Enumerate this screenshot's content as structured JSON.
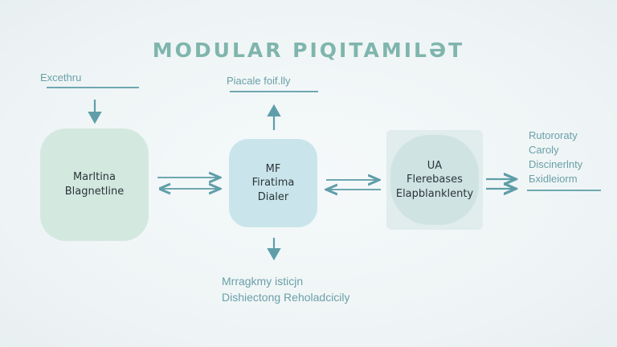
{
  "title": "MODULAR PIQITAMILƏT",
  "top_left_label": "Excethru",
  "top_center_label": "Piacale foif.lly",
  "nodes": {
    "a": {
      "line1": "Marltina",
      "line2": "Blagnetline"
    },
    "b": {
      "line1": "MF",
      "line2": "Firatima",
      "line3": "Dialer"
    },
    "c": {
      "line1": "UA",
      "line2": "Flerebases",
      "line3": "Elapblanklenty"
    }
  },
  "right_list": [
    "Rutororaty",
    "Caroly",
    "Discinerlnty",
    "Бxidleiorm"
  ],
  "bottom_text": {
    "line1": "Mrragkmy isticjn",
    "line2": "Dishiectong Reholadcicily"
  },
  "colors": {
    "accent": "#6ea7b0",
    "title": "#7fb5ad",
    "node_a": "#d3e8df",
    "node_b": "#c9e5eb",
    "node_c": "#d0e3e3"
  }
}
